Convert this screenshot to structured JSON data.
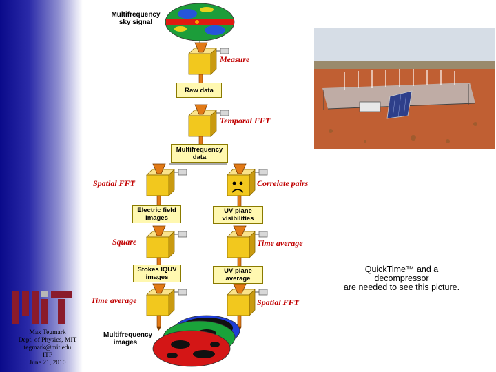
{
  "title_labels": {
    "sky_signal": [
      "Multifrequency",
      "sky signal"
    ],
    "output_images": [
      "Multifrequency",
      "images"
    ]
  },
  "data_boxes": {
    "raw_data": [
      "Raw data"
    ],
    "multifreq_data": [
      "Multifrequency",
      "data"
    ],
    "efield_images": [
      "Electric field",
      "images"
    ],
    "uv_visibilities": [
      "UV plane",
      "visibilities"
    ],
    "stokes_images": [
      "Stokes IQUV",
      "images"
    ],
    "uv_average": [
      "UV plane",
      "average"
    ]
  },
  "operations": {
    "measure": "Measure",
    "temporal_fft": "Temporal FFT",
    "spatial_fft_left": "Spatial FFT",
    "correlate_pairs": "Correlate pairs",
    "square": "Square",
    "time_average_right": "Time average",
    "time_average_left": "Time average",
    "spatial_fft_right": "Spatial FFT"
  },
  "quicktime_notice": [
    "QuickTime™ and a",
    "decompressor",
    "are needed to see this picture."
  ],
  "author": [
    "Max Tegmark",
    "Dept. of Physics, MIT",
    "tegmark@mit.edu",
    "ITP",
    "June 21, 2010"
  ],
  "colors": {
    "box_fill": "#fff8b0",
    "cube_yellow": "#f2c81e",
    "operation_text": "#c00000",
    "sidebar_blue": "#0a0a8a"
  }
}
